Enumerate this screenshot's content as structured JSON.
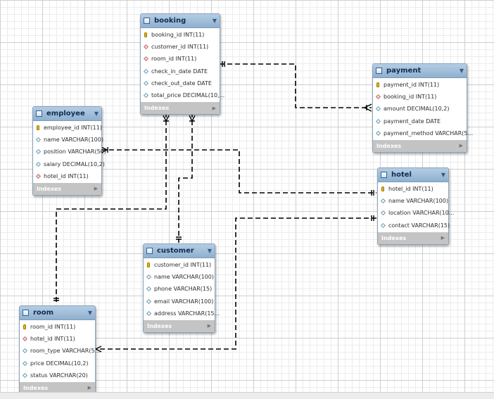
{
  "diagram": {
    "tables": {
      "booking": {
        "name": "booking",
        "columns": [
          {
            "text": "booking_id INT(11)",
            "icon": "primary-key-icon"
          },
          {
            "text": "customer_id INT(11)",
            "icon": "foreign-key-icon"
          },
          {
            "text": "room_id INT(11)",
            "icon": "foreign-key-icon"
          },
          {
            "text": "check_in_date DATE",
            "icon": "column-icon"
          },
          {
            "text": "check_out_date DATE",
            "icon": "column-icon"
          },
          {
            "text": "total_price DECIMAL(10,...",
            "icon": "column-icon"
          }
        ],
        "indexes_label": "Indexes"
      },
      "payment": {
        "name": "payment",
        "columns": [
          {
            "text": "payment_id INT(11)",
            "icon": "primary-key-icon"
          },
          {
            "text": "booking_id INT(11)",
            "icon": "foreign-key-icon"
          },
          {
            "text": "amount DECIMAL(10,2)",
            "icon": "column-icon"
          },
          {
            "text": "payment_date DATE",
            "icon": "column-icon"
          },
          {
            "text": "payment_method VARCHAR(5...",
            "icon": "column-icon"
          }
        ],
        "indexes_label": "Indexes"
      },
      "employee": {
        "name": "employee",
        "columns": [
          {
            "text": "employee_id INT(11)",
            "icon": "primary-key-icon"
          },
          {
            "text": "name VARCHAR(100)",
            "icon": "column-icon"
          },
          {
            "text": "position VARCHAR(50)",
            "icon": "column-icon"
          },
          {
            "text": "salary DECIMAL(10,2)",
            "icon": "column-icon"
          },
          {
            "text": "hotel_id INT(11)",
            "icon": "foreign-key-icon"
          }
        ],
        "indexes_label": "Indexes"
      },
      "hotel": {
        "name": "hotel",
        "columns": [
          {
            "text": "hotel_id INT(11)",
            "icon": "primary-key-icon"
          },
          {
            "text": "name VARCHAR(100)",
            "icon": "column-icon"
          },
          {
            "text": "location VARCHAR(10...",
            "icon": "column-icon"
          },
          {
            "text": "contact VARCHAR(15)",
            "icon": "column-icon"
          }
        ],
        "indexes_label": "Indexes"
      },
      "customer": {
        "name": "customer",
        "columns": [
          {
            "text": "customer_id INT(11)",
            "icon": "primary-key-icon"
          },
          {
            "text": "name VARCHAR(100)",
            "icon": "column-icon"
          },
          {
            "text": "phone VARCHAR(15)",
            "icon": "column-icon"
          },
          {
            "text": "email VARCHAR(100)",
            "icon": "column-icon"
          },
          {
            "text": "address VARCHAR(15...",
            "icon": "column-icon"
          }
        ],
        "indexes_label": "Indexes"
      },
      "room": {
        "name": "room",
        "columns": [
          {
            "text": "room_id INT(11)",
            "icon": "primary-key-icon"
          },
          {
            "text": "hotel_id INT(11)",
            "icon": "foreign-key-icon"
          },
          {
            "text": "room_type VARCHAR(5...",
            "icon": "column-icon"
          },
          {
            "text": "price DECIMAL(10,2)",
            "icon": "column-icon"
          },
          {
            "text": "status VARCHAR(20)",
            "icon": "column-icon"
          }
        ],
        "indexes_label": "Indexes"
      }
    },
    "relationships": [
      {
        "from": "booking",
        "to": "payment",
        "style": "dashed"
      },
      {
        "from": "employee",
        "to": "hotel",
        "style": "dashed"
      },
      {
        "from": "booking",
        "to": "room",
        "style": "dashed"
      },
      {
        "from": "booking",
        "to": "customer",
        "style": "dashed"
      },
      {
        "from": "hotel",
        "to": "room",
        "style": "dashed"
      }
    ],
    "colors": {
      "header_gradient_top": "#b4cde4",
      "header_gradient_bottom": "#8fb0cf",
      "indexes_bar": "#c4c4c4",
      "connector": "#000000",
      "grid": "#cfcfcf"
    }
  }
}
